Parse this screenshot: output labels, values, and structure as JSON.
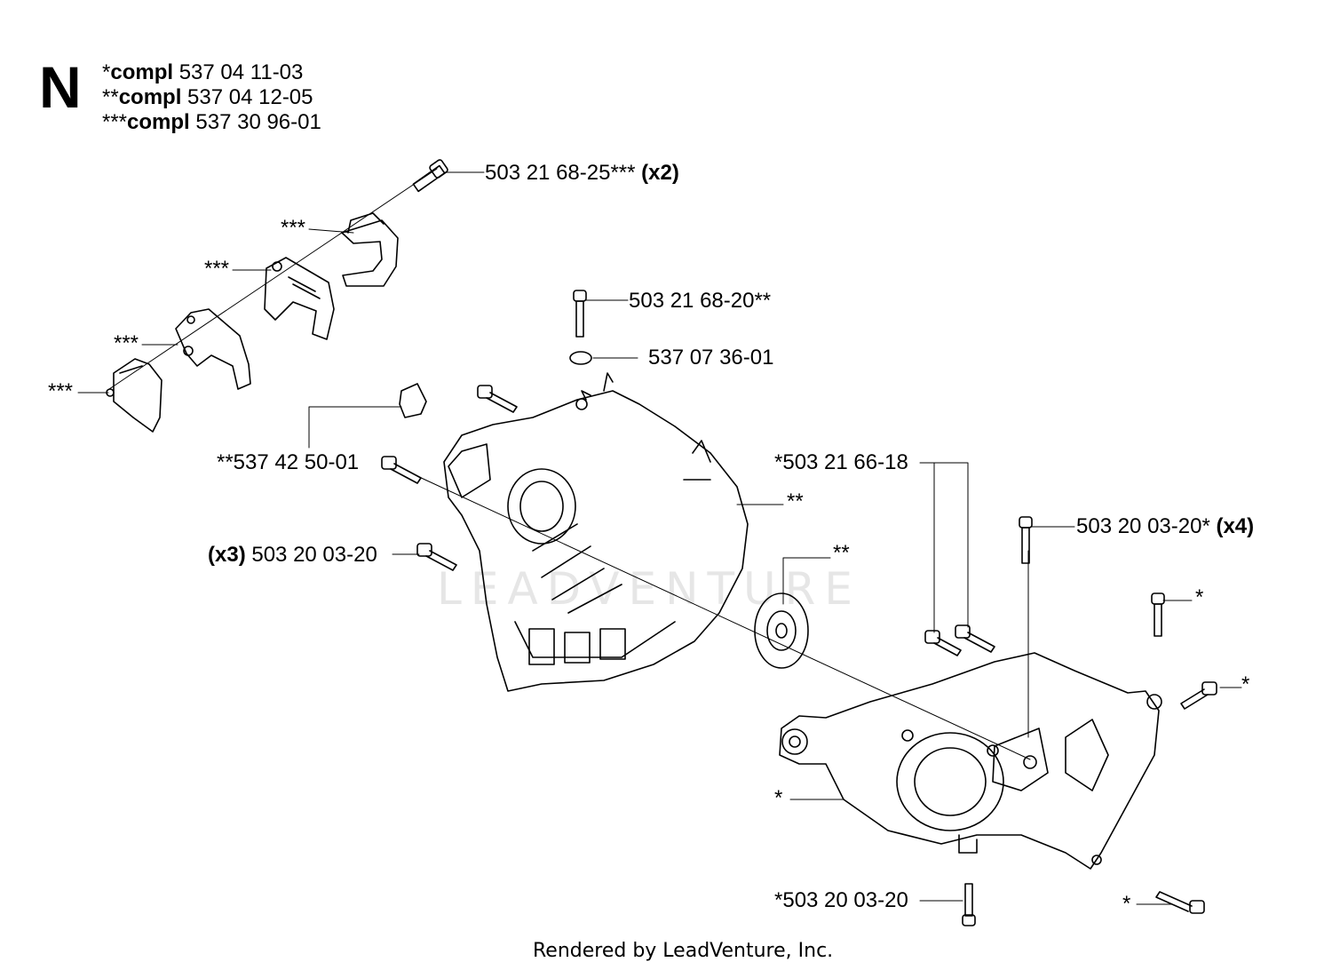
{
  "header": {
    "letter": "N",
    "compl": [
      {
        "prefix": "*",
        "word": "compl",
        "number": " 537 04 11-03"
      },
      {
        "prefix": "**",
        "word": "compl",
        "number": " 537 04 12-05"
      },
      {
        "prefix": "***",
        "word": "compl",
        "number": " 537 30 96-01"
      }
    ]
  },
  "callouts": {
    "c1": {
      "text": "503 21 68-25***",
      "qty": " (x2)"
    },
    "c2": {
      "text": "***"
    },
    "c3": {
      "text": "***"
    },
    "c4": {
      "text": "***"
    },
    "c5": {
      "text": "***"
    },
    "c6": {
      "text": "503 21 68-20**"
    },
    "c7": {
      "text": "537 07 36-01"
    },
    "c8": {
      "text": "**537 42 50-01"
    },
    "c9": {
      "text": "**"
    },
    "c10": {
      "qty": "(x3)",
      "text": " 503 20 03-20"
    },
    "c11": {
      "text": "**"
    },
    "c12": {
      "text": "*503 21 66-18"
    },
    "c13": {
      "text": "503 20 03-20*",
      "qty": " (x4)"
    },
    "c14": {
      "text": "*"
    },
    "c15": {
      "text": "*"
    },
    "c16": {
      "text": "*"
    },
    "c17": {
      "text": "*503 20 03-20"
    },
    "c18": {
      "text": "*"
    }
  },
  "watermark": "LEADVENTURE",
  "footer": "Rendered by LeadVenture, Inc."
}
